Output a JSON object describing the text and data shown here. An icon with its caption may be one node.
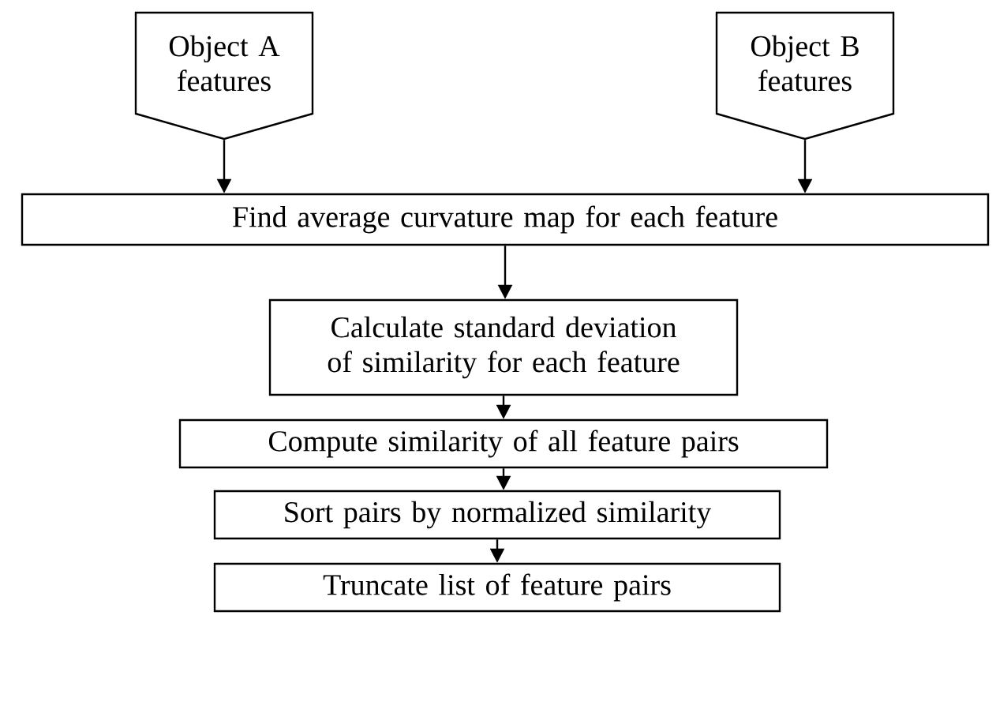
{
  "diagram": {
    "nodes": [
      {
        "text": [
          "Object A features"
        ]
      },
      {
        "text": [
          "Object B features"
        ]
      },
      {
        "text": [
          "Find average curvature map for each feature"
        ]
      },
      {
        "text": [
          "Calculate standard deviation of similarity for each feature"
        ]
      },
      {
        "text": [
          "Compute similarity of all feature pairs"
        ]
      },
      {
        "text": [
          "Sort pairs by normalized similarity"
        ]
      },
      {
        "text": [
          "Truncate list of feature pairs"
        ]
      }
    ],
    "edges": [
      {
        "from": 0,
        "to": 2,
        "arrow": "to"
      },
      {
        "from": 1,
        "to": 2,
        "arrow": "to"
      },
      {
        "from": 2,
        "to": 3,
        "arrow": "to"
      },
      {
        "from": 3,
        "to": 4,
        "arrow": "to"
      },
      {
        "from": 4,
        "to": 5,
        "arrow": "to"
      },
      {
        "from": 5,
        "to": 6,
        "arrow": "to"
      }
    ]
  }
}
